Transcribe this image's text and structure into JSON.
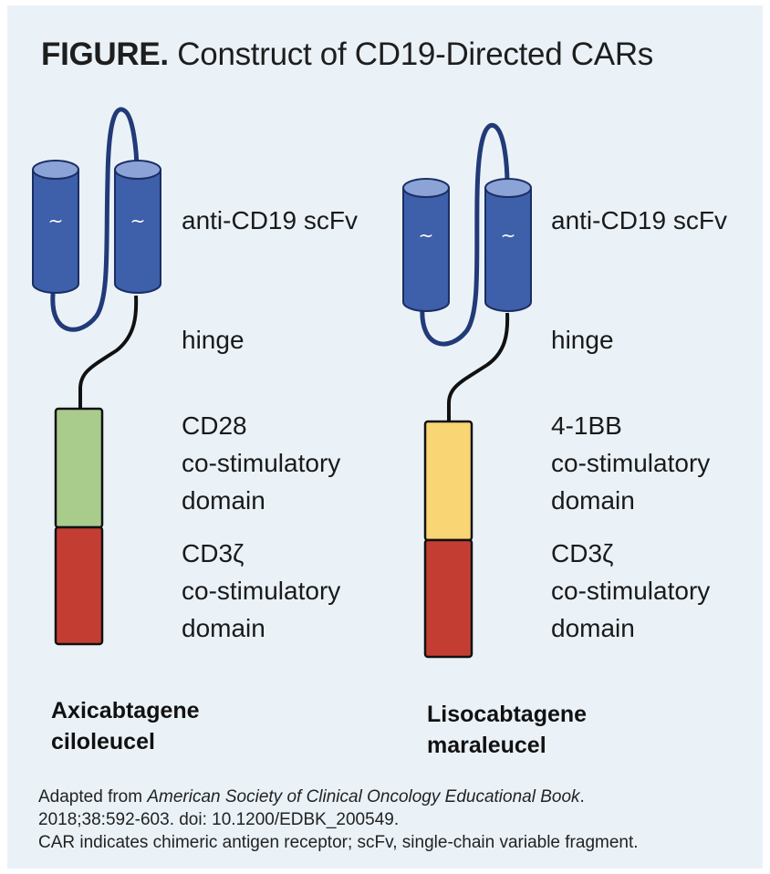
{
  "figure": {
    "title_lead": "FIGURE.",
    "title_rest": "Construct of CD19-Directed CARs"
  },
  "constructs": [
    {
      "name_line1": "Axicabtagene",
      "name_line2": "ciloleucel",
      "scfv_label": "anti-CD19 scFv",
      "hinge_label": "hinge",
      "costim_line1": "CD28",
      "costim_line2": "co-stimulatory",
      "costim_line3": "domain",
      "cd3_line1": "CD3ζ",
      "cd3_line2": "co-stimulatory",
      "cd3_line3": "domain",
      "costim_color": "#a9cb8c",
      "cylinder_symbol": "~"
    },
    {
      "name_line1": "Lisocabtagene",
      "name_line2": "maraleucel",
      "scfv_label": "anti-CD19 scFv",
      "hinge_label": "hinge",
      "costim_line1": "4-1BB",
      "costim_line2": "co-stimulatory",
      "costim_line3": "domain",
      "cd3_line1": "CD3ζ",
      "cd3_line2": "co-stimulatory",
      "cd3_line3": "domain",
      "costim_color": "#f9d573",
      "cylinder_symbol": "~"
    }
  ],
  "colors": {
    "cylinder": "#3e5fa9",
    "cylinder_top": "#8ba3d6",
    "loop": "#223a78",
    "cd3": "#c43d33",
    "background": "#eaf2f8"
  },
  "caption": {
    "prefix": "Adapted from ",
    "source": "American Society of Clinical Oncology Educational Book",
    "suffix": ".",
    "line2": "2018;38:592-603. doi: 10.1200/EDBK_200549.",
    "line3": "CAR indicates chimeric antigen receptor; scFv, single-chain variable fragment."
  }
}
